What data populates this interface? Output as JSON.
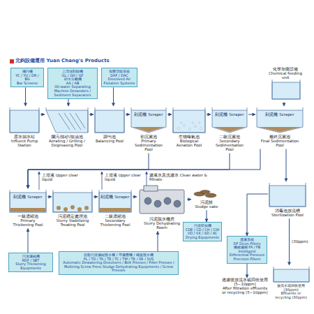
{
  "diagram": {
    "title": "元鈞設備運用 Yuan Chang's Products",
    "nodes": [
      {
        "text": [
          "攔污柵",
          "YC / YU / DR / BG",
          "Bar Screens"
        ]
      },
      {
        "text": [
          "上浮油刮除機",
          "GL / GH / GF",
          "砂水分離機",
          "AA / AB",
          "Oil-water Separating Machine Desanders / Sediment Separators"
        ]
      },
      {
        "text": [
          "加壓浮除系統",
          "DAF / DAC",
          "Dissolved Air Flotation Systems"
        ]
      },
      {
        "text": [
          "化學加藥設備",
          "Chemical feeding unit"
        ]
      },
      {
        "text": [
          "原水抽水站",
          "Influent Pump Station"
        ]
      },
      {
        "text": [
          "攔污/除砂/除油池",
          "Aerating / Grilling / Degreasing Pool"
        ]
      },
      {
        "text": [
          "調勻池",
          "Balancing Pool"
        ]
      },
      {
        "text": [
          "刮泥機 Scraper",
          "初沉澱池",
          "Primary Sedimentation Pool"
        ]
      },
      {
        "text": [
          "生物曝氣池",
          "Biological Aeration Pool"
        ]
      },
      {
        "text": [
          "刮泥機 Scraper",
          "二級沉澱池",
          "Secondary Sedimentation Pool"
        ]
      },
      {
        "text": [
          "刮泥機 Scraper",
          "最終沉澱池",
          "Final Sedimentation Pool"
        ]
      },
      {
        "text": [
          "消毒池放流槽",
          "Sterilization Pool"
        ]
      },
      {
        "text": [
          "刮泥機 Scraper",
          "一級濃縮池",
          "Primary Thickening Pool"
        ]
      },
      {
        "text": [
          "污泥穩定處理池",
          "Slurry Stabilizing Treating Pool"
        ]
      },
      {
        "text": [
          "刮泥機 Scraper",
          "二級濃縮池",
          "Secondary Thickening Pool"
        ]
      },
      {
        "text": [
          "污泥脫水機房",
          "Slurry Dehydrating Room"
        ]
      },
      {
        "text": [
          "污泥餅",
          "Sludge cake"
        ]
      },
      {
        "text": [
          "污泥乾燥機",
          "CDE / CD / CH / CHI",
          "VD / VX / XD / XC",
          "Drying Equipments"
        ]
      },
      {
        "text": [
          "污泥濃縮機",
          "RDF / SBT",
          "Slurry Thickening Equipments"
        ]
      },
      {
        "text": [
          "自動污泥濃縮脫水機 / 帶濾壓機 / 螺旋脫水機",
          "PL / TD / TA / TE / TC / TM / TR / SR / SVS",
          "Automatic Dewatering Dissolvers / Belt Presses / Filter Presses / Multiring Screw Press Sludge Dehydrating Equipments / Screw Presses"
        ]
      },
      {
        "text": [
          "過濾系統",
          "DF Drum Filters",
          "纖維濾網 FA / FB",
          "Intelligent Differential Pressure Precision Filters"
        ]
      },
      {
        "text": [
          "放流水或回收使用(30ppm)",
          "Effluents or recycling (30ppm)"
        ]
      },
      {
        "text": [
          "過濾後放流水或回收使用(5~10ppm)",
          "After filtration effluents or recycling (5~10ppm)"
        ]
      }
    ],
    "edges": [
      {
        "from": 0,
        "to": 4,
        "arrow": "to"
      },
      {
        "from": 1,
        "to": 5,
        "arrow": "to"
      },
      {
        "from": 2,
        "to": 6,
        "arrow": "to"
      },
      {
        "from": 3,
        "to": 10,
        "arrow": "to"
      },
      {
        "from": 4,
        "to": 5,
        "arrow": "to"
      },
      {
        "from": 5,
        "to": 6,
        "arrow": "to"
      },
      {
        "from": 6,
        "to": 7,
        "arrow": "to"
      },
      {
        "from": 7,
        "to": 8,
        "arrow": "to"
      },
      {
        "from": 8,
        "to": 9,
        "arrow": "to"
      },
      {
        "from": 9,
        "to": 10,
        "arrow": "to"
      },
      {
        "from": 10,
        "to": 11,
        "arrow": "to"
      },
      {
        "from": 11,
        "to": 21,
        "arrow": "to"
      },
      {
        "from": 11,
        "to": 20,
        "arrow": "to"
      },
      {
        "from": 20,
        "to": 22,
        "arrow": "to"
      },
      {
        "from": 7,
        "to": 12,
        "arrow": "to"
      },
      {
        "from": 9,
        "to": 12,
        "arrow": "to"
      },
      {
        "from": 10,
        "to": 12,
        "arrow": "to"
      },
      {
        "from": 12,
        "to": 13,
        "arrow": "to"
      },
      {
        "from": 13,
        "to": 14,
        "arrow": "to"
      },
      {
        "from": 14,
        "to": 15,
        "arrow": "to"
      },
      {
        "from": 15,
        "to": 16,
        "arrow": "to"
      },
      {
        "from": 16,
        "to": 17,
        "arrow": "to"
      },
      {
        "from": 18,
        "to": 12,
        "arrow": "to"
      },
      {
        "from": 19,
        "to": 15,
        "arrow": "to"
      }
    ],
    "labels": [
      "上澄液 Upper clear liquid",
      "上澄液 Upper clear liquid",
      "濾液水及洗濾水 Clean water & filtrate",
      "(30ppm)"
    ]
  }
}
